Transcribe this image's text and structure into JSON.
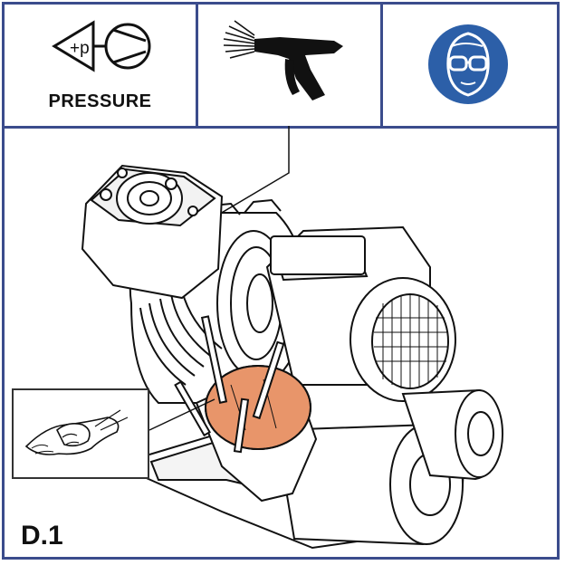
{
  "panels": {
    "pressure": {
      "label": "PRESSURE",
      "symbol_text": "+p",
      "icon": "pressure-pump-icon"
    },
    "cleaning": {
      "icon": "air-blow-gun-icon"
    },
    "safety": {
      "icon": "eye-protection-icon",
      "color": "#2c5fa8"
    }
  },
  "detail": {
    "icon": "wiping-cloth-hand-icon"
  },
  "step": {
    "label": "D.1"
  },
  "colors": {
    "frame": "#3b4c8c",
    "highlight": "#e8956a",
    "mandatory_blue": "#2c5fa8"
  }
}
